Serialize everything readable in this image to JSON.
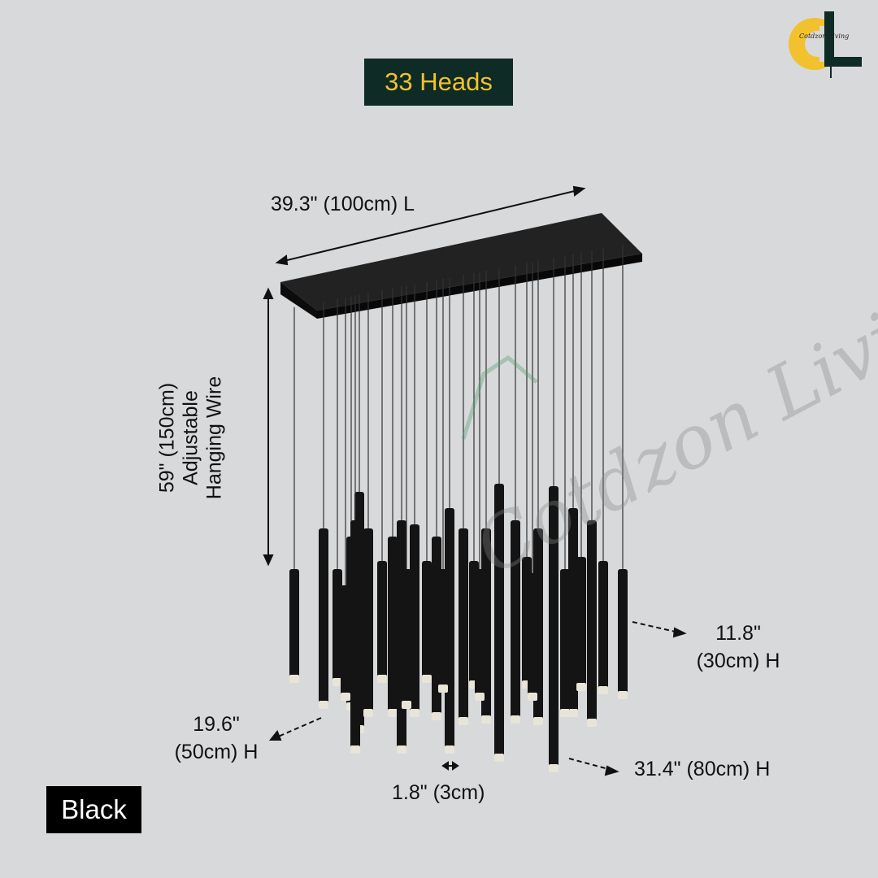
{
  "heads_label": "33 Heads",
  "color_label": "Black",
  "dimensions": {
    "length": "39.3\" (100cm) L",
    "wire_line1": "59\" (150cm)",
    "wire_line2": "Adjustable",
    "wire_line3": "Hanging Wire",
    "short_height_line1": "11.8\"",
    "short_height_line2": "(30cm) H",
    "mid_height_line1": "19.6\"",
    "mid_height_line2": "(50cm) H",
    "long_height": "31.4\" (80cm) H",
    "diameter": "1.8\" (3cm)"
  },
  "brand": {
    "logo_letters": "CL",
    "logo_text": "Cotdzon Living",
    "logo_colors": {
      "c": "#f2c12e",
      "l": "#0e2b26"
    }
  },
  "colors": {
    "background": "#d8d9da",
    "badge_dark": "#0e2b26",
    "badge_text": "#f2c12e",
    "fixture": "#111111"
  }
}
